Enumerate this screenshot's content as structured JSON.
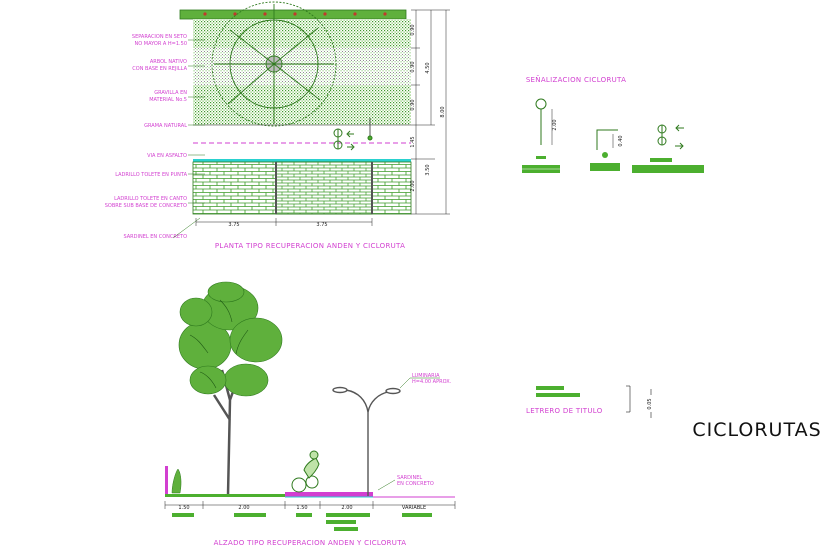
{
  "plan": {
    "title": "PLANTA TIPO RECUPERACION ANDEN Y CICLORUTA",
    "labels": [
      "SEPARACION EN SETO",
      "NO MAYOR A H=1.50",
      "ARBOL NATIVO",
      "CON BASE EN REJILLA",
      "GRAVILLA EN",
      "MATERIAL No.5",
      "GRAMA NATURAL",
      "VIA EN ASFALTO",
      "LADRILLO TOLETE EN PUNTA",
      "LADRILLO TOLETE EN CANTO",
      "SOBRE SUB BASE DE CONCRETO",
      "SARDINEL EN CONCRETO"
    ],
    "dims_right": [
      "0.90",
      "0.90",
      "0.90",
      "4.50",
      "1.45",
      "2.00",
      "3.50",
      "8.00"
    ],
    "dims_bottom": [
      "3.75",
      "3.75"
    ]
  },
  "signage": {
    "title": "SEÑALIZACION CICLORUTA",
    "dims": [
      "2.00",
      "0.40"
    ]
  },
  "elevation": {
    "title": "ALZADO TIPO RECUPERACION ANDEN Y CICLORUTA",
    "lamp_label": [
      "LUMINARIA",
      "H=4.00 APROX."
    ],
    "curb_label": [
      "SARDINEL",
      "EN CONCRETO"
    ],
    "dims_bottom": [
      "1.50",
      "2.00",
      "1.50",
      "2.00",
      "VARIABLE"
    ]
  },
  "legend": {
    "label": "LETRERO DE TITULO",
    "dim": "0.05"
  },
  "sheet_title": "CICLORUTAS",
  "colors": {
    "green": "#4caf2f",
    "dark_green": "#2f7a1e",
    "magenta": "#d23fd0",
    "cyan": "#2ad1cf",
    "black": "#111111"
  }
}
